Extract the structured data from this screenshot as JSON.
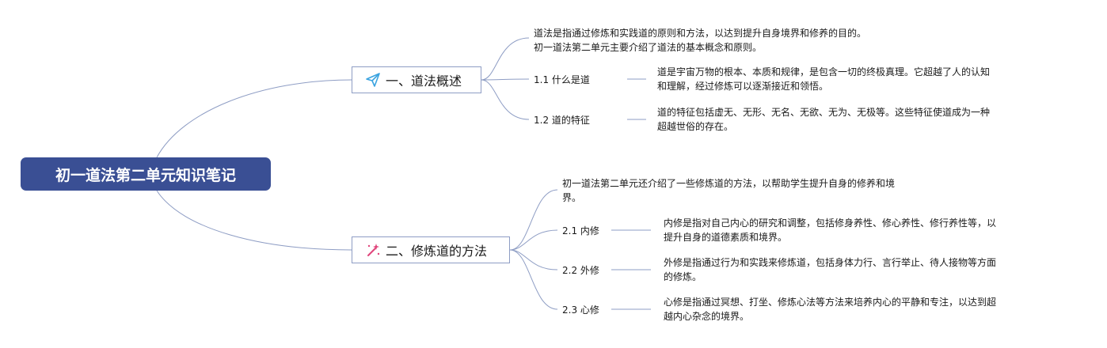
{
  "root": {
    "title": "初一道法第二单元知识笔记"
  },
  "branches": [
    {
      "label": "一、道法概述",
      "icon": "paper-plane-icon",
      "summary": [
        "道法是指通过修炼和实践道的原则和方法，以达到提升自身境界和修养的目的。",
        "初一道法第二单元主要介绍了道法的基本概念和原则。"
      ],
      "items": [
        {
          "label": "1.1 什么是道",
          "desc": [
            "道是宇宙万物的根本、本质和规律，是包含一切的终极真理。它超越了人的认知",
            "和理解，经过修炼可以逐渐接近和领悟。"
          ]
        },
        {
          "label": "1.2 道的特征",
          "desc": [
            "道的特征包括虚无、无形、无名、无欲、无为、无极等。这些特征使道成为一种",
            "超越世俗的存在。"
          ]
        }
      ]
    },
    {
      "label": "二、修炼道的方法",
      "icon": "magic-wand-icon",
      "summary": [
        "初一道法第二单元还介绍了一些修炼道的方法，以帮助学生提升自身的修养和境",
        "界。"
      ],
      "items": [
        {
          "label": "2.1 内修",
          "desc": [
            "内修是指对自己内心的研究和调整，包括修身养性、修心养性、修行养性等，以",
            "提升自身的道德素质和境界。"
          ]
        },
        {
          "label": "2.2 外修",
          "desc": [
            "外修是指通过行为和实践来修炼道，包括身体力行、言行举止、待人接物等方面",
            "的修炼。"
          ]
        },
        {
          "label": "2.3 心修",
          "desc": [
            "心修是指通过冥想、打坐、修炼心法等方法来培养内心的平静和专注，以达到超",
            "越内心杂念的境界。"
          ]
        }
      ]
    }
  ],
  "colors": {
    "root_bg": "#3a4f94",
    "link": "#8e9dc4",
    "plane": "#3aa3e0",
    "wand": "#e0457b"
  }
}
